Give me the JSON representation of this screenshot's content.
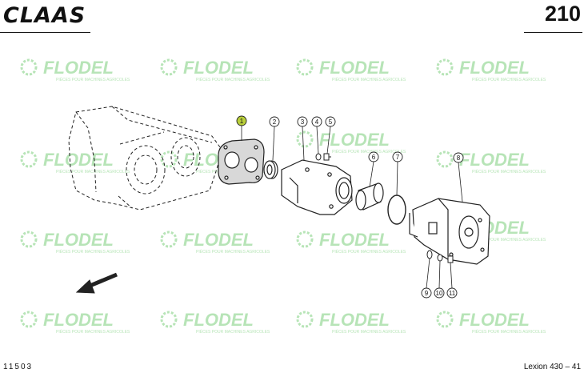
{
  "header": {
    "brand": "CLAAS",
    "page_number": "210"
  },
  "footer": {
    "code": "11503",
    "model": "Lexion 430 – 41"
  },
  "watermark": {
    "text": "FLODEL",
    "subtext": "PIÈCES POUR MACHINES AGRICOLES"
  },
  "callouts": [
    "1",
    "2",
    "3",
    "4",
    "5",
    "6",
    "7",
    "8",
    "9",
    "10",
    "11"
  ],
  "highlighted_callout": "1",
  "colors": {
    "line": "#222222",
    "highlight": "#b9cf3a",
    "watermark": "#9fdc9f"
  }
}
